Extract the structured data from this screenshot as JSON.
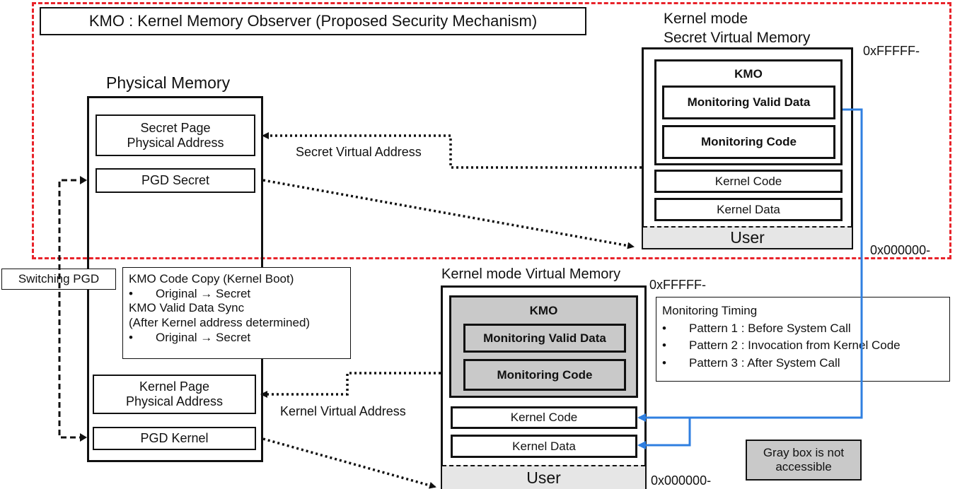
{
  "title": "KMO : Kernel Memory Observer (Proposed Security Mechanism)",
  "physical": {
    "label": "Physical Memory",
    "secret_page": [
      "Secret Page",
      "Physical Address"
    ],
    "pgd_secret": "PGD Secret",
    "kernel_page": [
      "Kernel Page",
      "Physical Address"
    ],
    "pgd_kernel": "PGD Kernel"
  },
  "secret_vm": {
    "label_line1": "Kernel mode",
    "label_line2": "Secret Virtual Memory",
    "top_addr": "0xFFFFF-",
    "bottom_addr": "0x000000-",
    "kmo": "KMO",
    "valid_data": "Monitoring Valid Data",
    "code": "Monitoring Code",
    "kernel_code": "Kernel Code",
    "kernel_data": "Kernel Data",
    "user": "User"
  },
  "kernel_vm": {
    "label": "Kernel mode Virtual Memory",
    "top_addr": "0xFFFFF-",
    "bottom_addr": "0x000000-",
    "kmo": "KMO",
    "valid_data": "Monitoring Valid Data",
    "code": "Monitoring Code",
    "kernel_code": "Kernel Code",
    "kernel_data": "Kernel Data",
    "user": "User"
  },
  "labels": {
    "secret_virtual_address": "Secret Virtual Address",
    "kernel_virtual_address": "Kernel Virtual Address",
    "switching_pgd": "Switching PGD",
    "gray_note_1": "Gray box is not",
    "gray_note_2": "accessible"
  },
  "copy_note": {
    "line1": "KMO Code Copy (Kernel Boot)",
    "bullet1": "Original → Secret",
    "line2": "KMO Valid Data Sync",
    "line3": "(After Kernel address determined)",
    "bullet2": "Original → Secret",
    "bullet_char": "•"
  },
  "timing": {
    "title": "Monitoring Timing",
    "bullet_char": "•",
    "items": [
      "Pattern 1 : Before System Call",
      "Pattern 2 : Invocation from Kernel Code",
      "Pattern 3 : After System Call"
    ]
  },
  "colors": {
    "red_dashed": "#e8232a",
    "blue_arrow": "#2f7fe0",
    "gray_box": "#c9c9c9",
    "user_gray": "#e6e6e6"
  }
}
